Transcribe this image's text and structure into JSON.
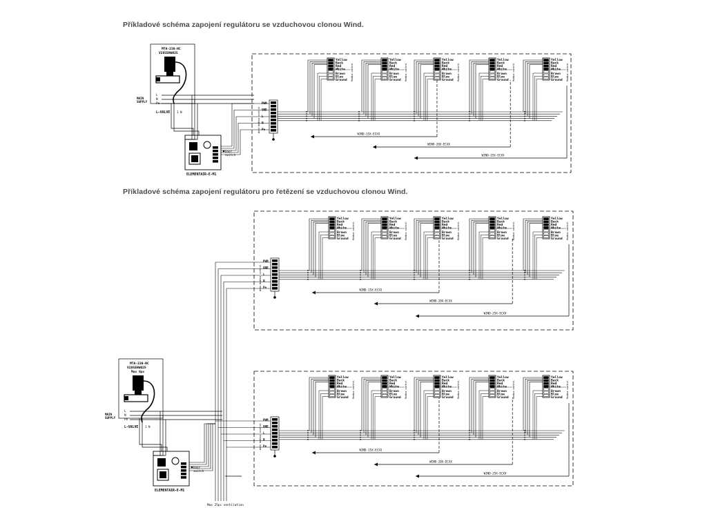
{
  "titles": {
    "diagram1": "Příkladové schéma zapojení regulátoru se vzduchovou clonou Wind.",
    "diagram2": "Příkladové schéma zapojení regulátoru pro řetězení se vzduchovou clonou Wind."
  },
  "labels": {
    "valve_top": "MTA-230-NC",
    "valve_code": "V285EHW025",
    "valve_note": "Max 8pc",
    "valve_name": "L-VALVE",
    "valve_1n": "1 N",
    "main_supply_1": "MAIN",
    "main_supply_2": "SUPPLY",
    "phase_l": "L",
    "phase_n": "N",
    "phase_pe": "Pe",
    "controller": "ELEMENTAIR-E-M1",
    "door_switch_1": "Door",
    "door_switch_2": "switch",
    "terminal_pwm": "PWM",
    "terminal_gnd": "GND",
    "terminal_l": "L",
    "terminal_n": "N",
    "terminal_pe": "Pe",
    "side_label": "main modbus control",
    "max_ventilation": "Max 25pc ventilation"
  },
  "unit_wires": [
    "Yellow",
    "Back",
    "Red",
    "White",
    "Brown",
    "Blue",
    "Ground"
  ],
  "unit_side_label": "Modbus control",
  "unit_pin_label": "PWM",
  "models": [
    "WIND-15X-ECXX",
    "WIND-20X-ECXX",
    "WIND-25X-ECXX"
  ]
}
